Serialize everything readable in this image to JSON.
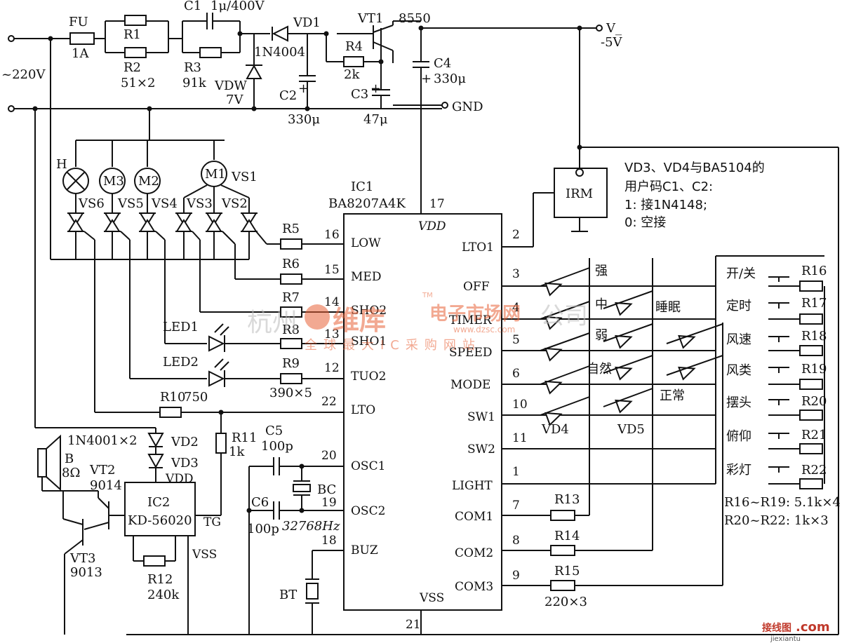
{
  "watermark": {
    "left_text": "杭州",
    "brand": "维库",
    "site": "电子市场网",
    "url": "www.dzsc.com",
    "tagline": "全球最大IC采购网站",
    "right_text": "公司",
    "tm": "TM"
  },
  "corner_logo": {
    "cn": "接线图",
    "dotcom": ".com",
    "sub": "jiexiantu"
  },
  "power": {
    "fuse": "FU",
    "fuse_val": "1A",
    "r1": "R1",
    "r2": "R2",
    "r1r2_val": "51×2",
    "c1": "C1",
    "c1_val": "1μ/400V",
    "r3": "R3",
    "r3_val": "91k",
    "vd1": "VD1",
    "vd1_part": "1N4004",
    "vdw": "VDW",
    "vdw_val": "7V",
    "c2": "C2",
    "c2_val": "330μ",
    "vt1": "VT1",
    "vt1_part": "8550",
    "r4": "R4",
    "r4_val": "2k",
    "c3": "C3",
    "c3_val": "47μ",
    "c4": "C4",
    "c4_val": "330μ",
    "ac_in": "~220V",
    "v_out": "V_",
    "v_out_val": "-5V",
    "gnd": "GND"
  },
  "loads": {
    "h": "H",
    "m3": "M3",
    "m2": "M2",
    "m1": "M1",
    "vs1": "VS1",
    "vs2": "VS2",
    "vs3": "VS3",
    "vs4": "VS4",
    "vs5": "VS5",
    "vs6": "VS6"
  },
  "ic1": {
    "name": "IC1",
    "part": "BA8207A4K",
    "vdd": "VDD",
    "vss": "VSS",
    "pin_vdd": "17",
    "pin_vss": "21",
    "left_pins": [
      {
        "num": "16",
        "name": "LOW"
      },
      {
        "num": "15",
        "name": "MED"
      },
      {
        "num": "14",
        "name": "SHO2"
      },
      {
        "num": "13",
        "name": "SHO1"
      },
      {
        "num": "12",
        "name": "TUO2"
      },
      {
        "num": "22",
        "name": "LTO"
      },
      {
        "num": "20",
        "name": "OSC1"
      },
      {
        "num": "19",
        "name": "OSC2"
      },
      {
        "num": "18",
        "name": "BUZ"
      }
    ],
    "right_pins": [
      {
        "num": "2",
        "name": "LTO1"
      },
      {
        "num": "3",
        "name": "OFF"
      },
      {
        "num": "4",
        "name": "TIMER"
      },
      {
        "num": "5",
        "name": "SPEED"
      },
      {
        "num": "6",
        "name": "MODE"
      },
      {
        "num": "10",
        "name": "SW1"
      },
      {
        "num": "11",
        "name": "SW2"
      },
      {
        "num": "1",
        "name": "LIGHT"
      },
      {
        "num": "7",
        "name": "COM1"
      },
      {
        "num": "8",
        "name": "COM2"
      },
      {
        "num": "9",
        "name": "COM3"
      }
    ]
  },
  "left_resistors": {
    "r5": "R5",
    "r6": "R6",
    "r7": "R7",
    "r8": "R8",
    "r9": "R9",
    "r59_val": "390×5",
    "r10": "R10",
    "r10_val": "750",
    "r11": "R11",
    "r11_val": "1k",
    "led1": "LED1",
    "led2": "LED2"
  },
  "osc": {
    "c5": "C5",
    "c5_val": "100p",
    "c6": "C6",
    "c6_val": "100p",
    "bc": "BC",
    "bc_val": "32768Hz",
    "bt": "BT"
  },
  "sound": {
    "diodes": "1N4001×2",
    "vd2": "VD2",
    "vd3": "VD3",
    "b": "B",
    "b_val": "8Ω",
    "vt2": "VT2",
    "vt2_part": "9014",
    "vt3": "VT3",
    "vt3_part": "9013",
    "ic2": "IC2",
    "ic2_part": "KD-56020",
    "vdd": "VDD",
    "vss": "VSS",
    "tg": "TG",
    "r12": "R12",
    "r12_val": "240k"
  },
  "irm": {
    "name": "IRM",
    "note": [
      "VD3、VD4与BA5104的",
      "用户码C1、C2:",
      "1: 接1N4148;",
      "0: 空接"
    ]
  },
  "matrix": {
    "strong": "强",
    "medium": "中",
    "weak": "弱",
    "natural": "自然",
    "normal": "正常",
    "sleep": "睡眠",
    "vd4": "VD4",
    "vd5": "VD5",
    "r13": "R13",
    "r14": "R14",
    "r15": "R15",
    "r15_val": "220×3"
  },
  "keys": [
    {
      "label": "开/关",
      "res": "R16"
    },
    {
      "label": "定时",
      "res": "R17"
    },
    {
      "label": "风速",
      "res": "R18"
    },
    {
      "label": "风类",
      "res": "R19"
    },
    {
      "label": "摆头",
      "res": "R20"
    },
    {
      "label": "俯仰",
      "res": "R21"
    },
    {
      "label": "彩灯",
      "res": "R22"
    }
  ],
  "key_note": [
    "R16~R19: 5.1k×4",
    "R20~R22: 1k×3"
  ]
}
